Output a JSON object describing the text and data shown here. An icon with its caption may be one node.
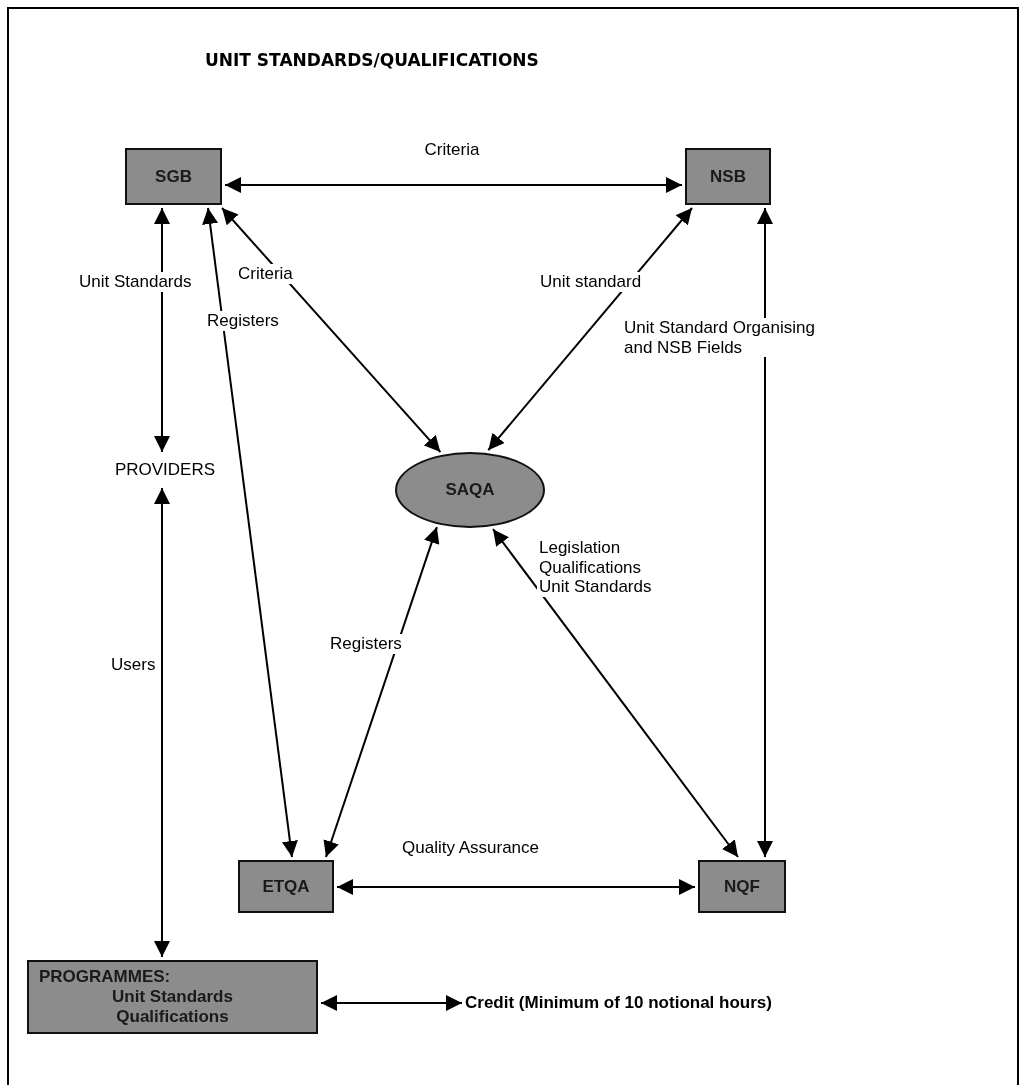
{
  "diagram": {
    "title": "UNIT STANDARDS/QUALIFICATIONS",
    "nodes": [
      {
        "text": [
          "SGB"
        ]
      },
      {
        "text": [
          "NSB"
        ]
      },
      {
        "text": [
          "PROVIDERS"
        ]
      },
      {
        "text": [
          "SAQA"
        ]
      },
      {
        "text": [
          "ETQA"
        ]
      },
      {
        "text": [
          "NQF"
        ]
      },
      {
        "text": [
          "PROGRAMMES:",
          "Unit Standards",
          "Qualifications"
        ]
      },
      {
        "text": [
          "Credit (Minimum of 10 notional hours)"
        ]
      }
    ],
    "edges": [
      {
        "from": 0,
        "to": 1,
        "arrow": "both",
        "label": "Criteria"
      },
      {
        "from": 0,
        "to": 2,
        "arrow": "both",
        "label": "Unit Standards"
      },
      {
        "from": 0,
        "to": 3,
        "arrow": "both",
        "label": "Criteria"
      },
      {
        "from": 0,
        "to": 4,
        "arrow": "both",
        "label": "Registers"
      },
      {
        "from": 1,
        "to": 3,
        "arrow": "both",
        "label": "Unit standard"
      },
      {
        "from": 1,
        "to": 5,
        "arrow": "both",
        "label": "Unit Standard Organising and NSB Fields"
      },
      {
        "from": 2,
        "to": 6,
        "arrow": "both",
        "label": "Users"
      },
      {
        "from": 3,
        "to": 4,
        "arrow": "both",
        "label": "Registers"
      },
      {
        "from": 3,
        "to": 5,
        "arrow": "both",
        "label": "Legislation Qualifications Unit Standards"
      },
      {
        "from": 4,
        "to": 5,
        "arrow": "both",
        "label": "Quality Assurance"
      },
      {
        "from": 6,
        "to": 7,
        "arrow": "both"
      }
    ]
  }
}
